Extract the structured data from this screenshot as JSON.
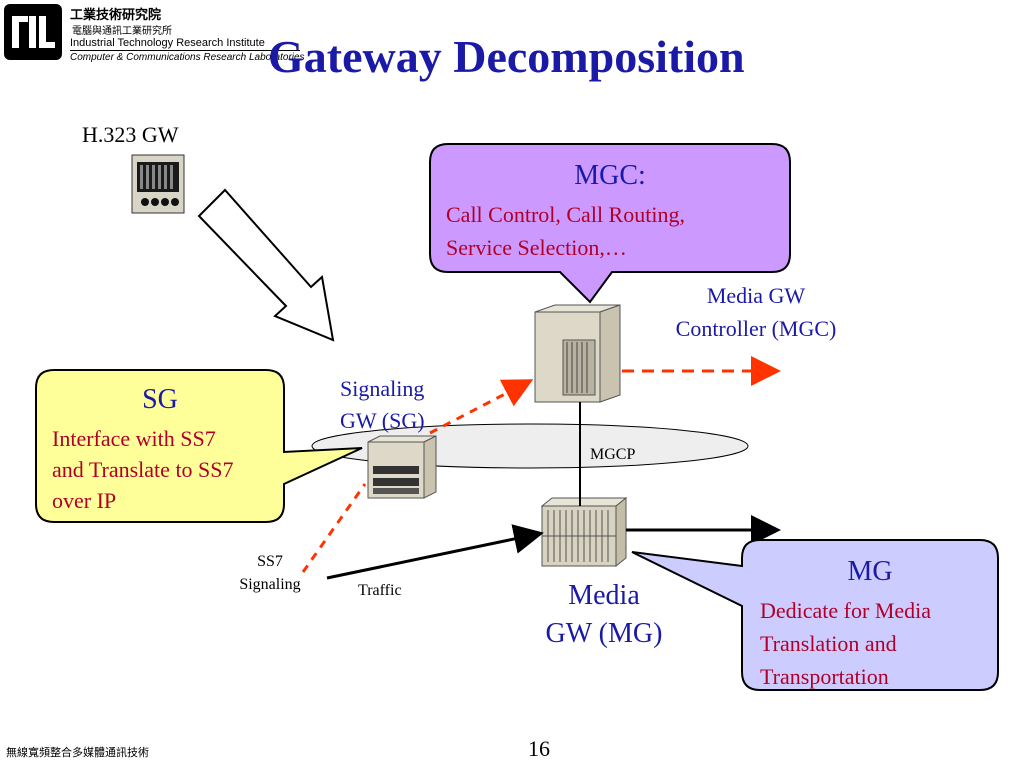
{
  "header": {
    "org_zh": "工業技術研究院",
    "org_zh_sub": "電腦與通訊工業研究所",
    "org_en": "Industrial Technology Research Institute",
    "org_lab": "Computer & Communications Research Laboratories",
    "title": "Gateway Decomposition"
  },
  "labels": {
    "h323": "H.323 GW",
    "signaling_gw_1": "Signaling",
    "signaling_gw_2": "GW (SG)",
    "mgc_1": "Media GW",
    "mgc_2": "Controller (MGC)",
    "mgcp": "MGCP",
    "ss7_1": "SS7",
    "ss7_2": "Signaling",
    "traffic": "Traffic",
    "mg_1": "Media",
    "mg_2": "GW (MG)"
  },
  "callouts": {
    "mgc": {
      "title": "MGC:",
      "lines": [
        "Call Control, Call Routing,",
        "Service Selection,…"
      ]
    },
    "sg": {
      "title": "SG",
      "lines": [
        "Interface with SS7",
        "and Translate to SS7",
        "over IP"
      ]
    },
    "mg": {
      "title": "MG",
      "lines": [
        "Dedicate for Media",
        "Translation and",
        "Transportation"
      ]
    }
  },
  "footer": {
    "left": "無線寬頻整合多媒體通訊技術",
    "page": "16"
  },
  "colors": {
    "title": "#1a1aa6",
    "callout_text": "#b0002a",
    "mgc_fill": "#cc99ff",
    "sg_fill": "#ffff99",
    "mg_fill": "#ccccff",
    "dashed_arrow": "#ff3300",
    "ellipse_fill": "#eeeeee"
  }
}
